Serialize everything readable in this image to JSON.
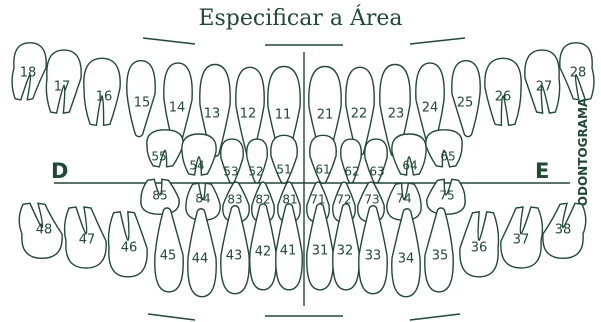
{
  "title": "Especificar a Área",
  "side_left": "D",
  "side_right": "E",
  "vertical_label": "ODONTOGRAMA",
  "colors": {
    "stroke": "#1f4a33",
    "background": "#ffffff"
  },
  "permanent_upper_right": [
    "18",
    "17",
    "16",
    "15",
    "14",
    "13",
    "12",
    "11"
  ],
  "permanent_upper_left": [
    "21",
    "22",
    "23",
    "24",
    "25",
    "26",
    "27",
    "28"
  ],
  "deciduous_upper_right": [
    "55",
    "54",
    "53",
    "52",
    "51"
  ],
  "deciduous_upper_left": [
    "61",
    "62",
    "63",
    "64",
    "65"
  ],
  "deciduous_lower_right": [
    "85",
    "84",
    "83",
    "82",
    "81"
  ],
  "deciduous_lower_left": [
    "71",
    "72",
    "73",
    "74",
    "75"
  ],
  "permanent_lower_right": [
    "48",
    "47",
    "46",
    "45",
    "44",
    "43",
    "42",
    "41"
  ],
  "permanent_lower_left": [
    "31",
    "32",
    "33",
    "34",
    "35",
    "36",
    "37",
    "38"
  ]
}
